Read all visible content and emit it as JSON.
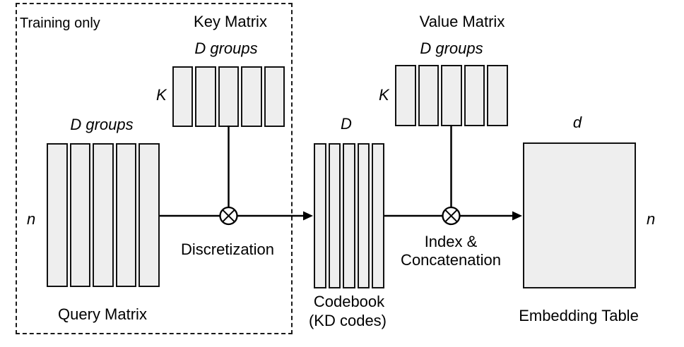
{
  "figure": {
    "training_box": {
      "label": "Training only"
    },
    "query_matrix": {
      "title": "Query Matrix",
      "top_label": "D groups",
      "left_label": "n",
      "columns": 5
    },
    "key_matrix": {
      "title": "Key Matrix",
      "top_label": "D groups",
      "left_label": "K",
      "columns": 5
    },
    "value_matrix": {
      "title": "Value Matrix",
      "top_label": "D groups",
      "left_label": "K",
      "columns": 5
    },
    "codebook": {
      "title": "Codebook",
      "subtitle": "(KD codes)",
      "top_label": "D",
      "columns": 5
    },
    "embedding_table": {
      "title": "Embedding Table",
      "top_label": "d",
      "right_label": "n"
    },
    "ops": {
      "discretization": {
        "label": "Discretization",
        "symbol": "otimes"
      },
      "index_concatenation": {
        "line1": "Index &",
        "line2": "Concatenation",
        "symbol": "otimes"
      }
    },
    "colors": {
      "matrix_fill": "#eeeeee",
      "line": "#000000",
      "background": "#ffffff"
    }
  }
}
